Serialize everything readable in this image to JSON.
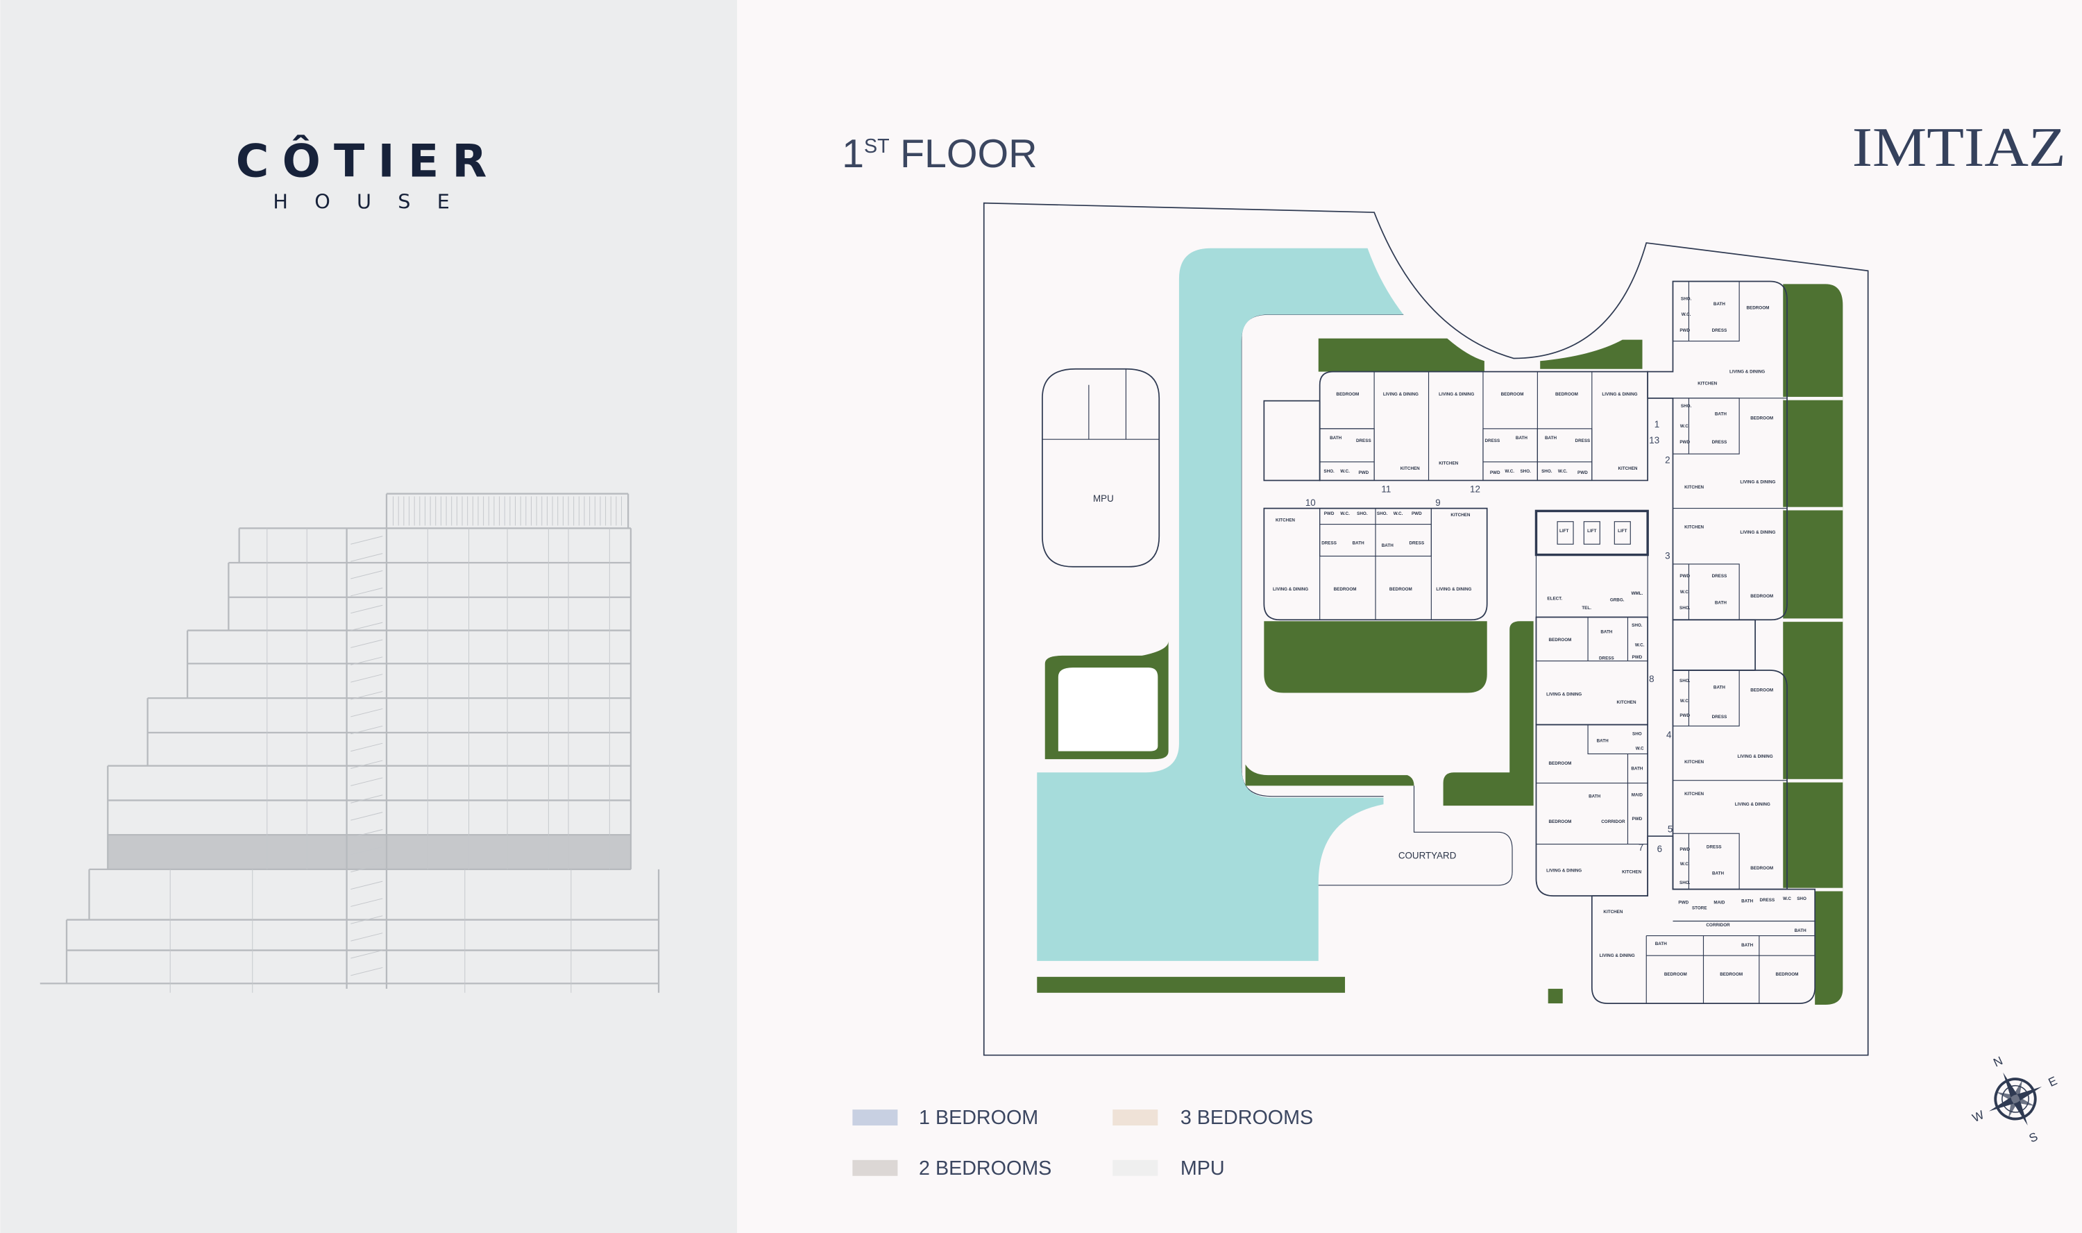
{
  "brand": {
    "project_line1": "CÔTIER",
    "project_line2": "HOUSE",
    "developer": "IMTIAZ"
  },
  "floor_title": {
    "number": "1",
    "suffix": "ST",
    "label": "FLOOR"
  },
  "colors": {
    "one_bedroom": "#c8d0e2",
    "two_bedrooms": "#dcd7d5",
    "three_bedrooms": "#efe2d7",
    "mpu": "#efefef",
    "landscape": "#4e7232",
    "pool": "#a6dcdb",
    "walls": "#2f3a52"
  },
  "legend": [
    {
      "label": "1 BEDROOM",
      "color": "#c8d0e2"
    },
    {
      "label": "2 BEDROOMS",
      "color": "#dcd7d5"
    },
    {
      "label": "3 BEDROOMS",
      "color": "#efe2d7"
    },
    {
      "label": "MPU",
      "color": "#efefef"
    }
  ],
  "compass": {
    "n": "N",
    "e": "E",
    "s": "S",
    "w": "W"
  },
  "plan": {
    "areas": {
      "mpu": "MPU",
      "courtyard": "COURTYARD"
    },
    "unit_numbers": [
      "1",
      "2",
      "3",
      "4",
      "5",
      "6",
      "7",
      "8",
      "9",
      "10",
      "11",
      "12",
      "13"
    ],
    "rooms": [
      "BEDROOM",
      "LIVING & DINING",
      "BATH",
      "DRESS",
      "SHO.",
      "W.C.",
      "PWD",
      "KITCHEN",
      "LIVING & DINING",
      "BEDROOM",
      "KITCHEN",
      "DRESS",
      "BATH",
      "PWD",
      "W.C.",
      "SHO.",
      "BEDROOM",
      "LIVING & DINING",
      "BATH",
      "DRESS",
      "SHO.",
      "W.C.",
      "PWD",
      "KITCHEN",
      "KITCHEN",
      "PWD",
      "W.C.",
      "SHO.",
      "SHO.",
      "W.C.",
      "PWD",
      "KITCHEN",
      "DRESS",
      "BATH",
      "BATH",
      "DRESS",
      "LIVING & DINING",
      "BEDROOM",
      "BEDROOM",
      "LIVING & DINING",
      "LIFT",
      "LIFT",
      "LIFT",
      "ELECT.",
      "TEL.",
      "GRBG.",
      "WML.",
      "SHO.",
      "BATH",
      "BEDROOM",
      "W.C.",
      "PWD",
      "DRESS",
      "LIVING & DINING",
      "KITCHEN",
      "SHO.",
      "BATH",
      "BEDROOM",
      "W.C.",
      "PWD",
      "DRESS",
      "KITCHEN",
      "LIVING & DINING",
      "KITCHEN",
      "LIVING & DINING",
      "PWD",
      "DRESS",
      "W.C.",
      "SHO.",
      "BATH",
      "BEDROOM",
      "BEDROOM",
      "BATH",
      "SHO.",
      "W.C.",
      "DRESS",
      "PWD",
      "LIVING & DINING",
      "KITCHEN",
      "BATH",
      "SHO",
      "W.C",
      "BEDROOM",
      "BATH",
      "BATH",
      "MAID",
      "PWD",
      "BEDROOM",
      "CORRIDOR",
      "LIVING & DINING",
      "KITCHEN",
      "SHO.",
      "BATH",
      "BEDROOM",
      "W.C.",
      "PWD",
      "DRESS",
      "KITCHEN",
      "LIVING & DINING",
      "KITCHEN",
      "LIVING & DINING",
      "PWD",
      "DRESS",
      "BEDROOM",
      "W.C.",
      "BATH",
      "SHO.",
      "PWD",
      "STORE",
      "MAID",
      "BATH",
      "DRESS",
      "W.C",
      "SHO",
      "KITCHEN",
      "CORRIDOR",
      "BATH",
      "BATH",
      "BATH",
      "LIVING & DINING",
      "BEDROOM",
      "BEDROOM",
      "BEDROOM"
    ]
  }
}
